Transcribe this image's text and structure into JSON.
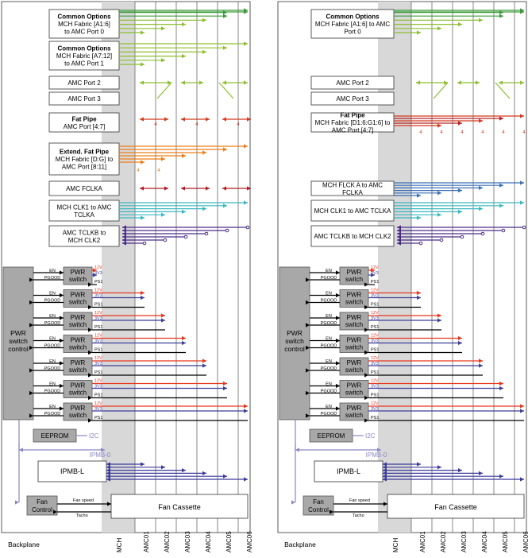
{
  "panels": [
    {
      "id": "left",
      "signal_blocks": [
        {
          "kind": "common",
          "title": "Common Options",
          "lines": [
            "MCH Fabric [A1:6]",
            "to AMC Port 0"
          ]
        },
        {
          "kind": "common",
          "title": "Common Options",
          "lines": [
            "MCH Fabric [A7:12]",
            "to AMC Port 1"
          ]
        },
        {
          "kind": "port",
          "title": "",
          "lines": [
            "AMC Port 2"
          ]
        },
        {
          "kind": "port",
          "title": "",
          "lines": [
            "AMC Port 3"
          ]
        },
        {
          "kind": "fat",
          "title": "Fat Pipe",
          "lines": [
            "AMC Port [4:7]"
          ]
        },
        {
          "kind": "extfat",
          "title": "Extend. Fat Pipe",
          "lines": [
            "MCH Fabric [D:G] to",
            "AMC Port [8:11]"
          ]
        },
        {
          "kind": "fclk",
          "title": "",
          "lines": [
            "AMC FCLKA"
          ]
        },
        {
          "kind": "tclka",
          "title": "",
          "lines": [
            "MCH CLK1 to AMC",
            "TCLKA"
          ]
        },
        {
          "kind": "tclkb",
          "title": "",
          "lines": [
            "AMC TCLKB to",
            "MCH CLK2"
          ]
        }
      ]
    },
    {
      "id": "right",
      "signal_blocks": [
        {
          "kind": "common",
          "title": "Common Options",
          "lines": [
            "MCH Fabric [A1:6] to AMC",
            "Port 0"
          ]
        },
        {
          "kind": "blank",
          "title": "",
          "lines": []
        },
        {
          "kind": "port",
          "title": "",
          "lines": [
            "AMC Port 2"
          ]
        },
        {
          "kind": "port",
          "title": "",
          "lines": [
            "AMC Port 3"
          ]
        },
        {
          "kind": "fat",
          "title": "Fat Pipe",
          "lines": [
            "MCH Fabric [D1:6:G1:6] to",
            "AMC Port [4:7]"
          ]
        },
        {
          "kind": "blank",
          "title": "",
          "lines": []
        },
        {
          "kind": "fclk",
          "title": "",
          "lines": [
            "MCH FLCK A to AMC",
            "FCLKA"
          ]
        },
        {
          "kind": "tclka",
          "title": "",
          "lines": [
            "MCH CLK1 to AMC TCLKA"
          ]
        },
        {
          "kind": "tclkb",
          "title": "",
          "lines": [
            "AMC TCLKB to MCH CLK2"
          ]
        }
      ]
    }
  ],
  "power": {
    "control_lines": [
      "PWR",
      "switch",
      "control"
    ],
    "switch_lines": [
      "PWR",
      "switch"
    ],
    "switch_count": 7,
    "en_label": "EN",
    "pgood_label": "PGOOD",
    "rail_12v": "12V",
    "rail_3v3": "3V3",
    "rail_ps1": "PS1"
  },
  "eeprom": "EEPROM",
  "i2c": "I2C",
  "ipmb0": "IPMB-0",
  "ipmbl": "IPMB-L",
  "fan_control_lines": [
    "Fan",
    "Control"
  ],
  "fan_speed": "Fan speed",
  "tacho": "Tacho",
  "fan_cassette": "Fan Cassette",
  "backplane": "Backplane",
  "columns": [
    "MCH",
    "AMC01",
    "AMC02",
    "AMC03",
    "AMC04",
    "AMC05",
    "AMC06"
  ],
  "fat_count_label": "4",
  "colors": {
    "common_green": "#3a9a3a",
    "common_lightgreen": "#8cbf2e",
    "fat_red": "#d23a1e",
    "ext_orange": "#ee7d18",
    "fclk_darkred": "#b01e24",
    "fclk_blue": "#3a6fb4",
    "tclka_cyan": "#38b8c0",
    "tclkb_purple": "#4a2a88",
    "power_red": "#e8361f",
    "power_blue": "#3c3f98",
    "ipmb_lavender": "#8a86c8",
    "panel_gray": "#a8a8a8",
    "mch_gray": "#d8d8d8"
  }
}
